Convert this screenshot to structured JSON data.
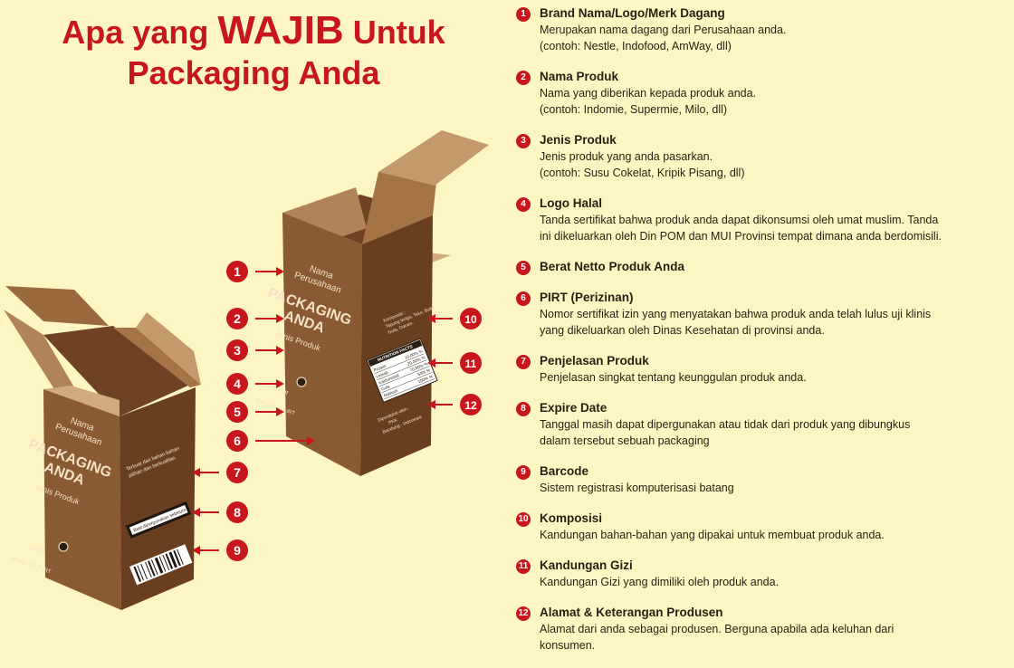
{
  "title": {
    "line1_pre": "Apa yang ",
    "line1_em": "WAJIB",
    "line1_post": " Untuk",
    "line2": "Packaging Anda"
  },
  "box_back": {
    "company_line1": "Nama",
    "company_line2": "Perusahaan",
    "brand_line1": "PACKAGING",
    "brand_line2": "ANDA",
    "product_type": "Jenis Produk",
    "side_composition": "Komposisi :\nTepung terigu, Telur, Butter,\nGula, Garam.",
    "nutrition_title": "NUTRITION FACTS",
    "nutrition_rows": [
      "Protein",
      "Lemak",
      "Karbohidrat",
      "Gula",
      "Natrium"
    ],
    "nutrition_vals": [
      "10,00% %",
      "20,00% %",
      "70,00% %",
      "50% %",
      "100% %"
    ],
    "producer_line1": "Diproduksi oleh :",
    "producer_line2": "PKK",
    "producer_line3": "Bandung - Indonesia",
    "weight": "100gr",
    "pirt": "Nomor Izin P-IRT"
  },
  "box_front": {
    "company_line1": "Nama",
    "company_line2": "Perusahaan",
    "brand_line1": "PACKAGING",
    "brand_line2": "ANDA",
    "product_type": "Jenis Produk",
    "side_text": "Terbuat dari bahan-bahan\npilihan dan berkualitas.",
    "expire_label": "Best dipergunakan sebelum :",
    "weight": "100gr",
    "pirt": "Nomor Izin P-IRT"
  },
  "markers": [
    "1",
    "2",
    "3",
    "4",
    "5",
    "6",
    "7",
    "8",
    "9",
    "10",
    "11",
    "12"
  ],
  "items": [
    {
      "num": "1",
      "title": "Brand Nama/Logo/Merk Dagang",
      "desc": "Merupakan nama dagang dari Perusahaan anda.\n(contoh: Nestle, Indofood, AmWay, dll)"
    },
    {
      "num": "2",
      "title": "Nama Produk",
      "desc": "Nama yang diberikan kepada produk anda.\n(contoh: Indomie, Supermie, Milo, dll)"
    },
    {
      "num": "3",
      "title": "Jenis Produk",
      "desc": "Jenis produk yang anda pasarkan.\n(contoh: Susu Cokelat, Kripik Pisang, dll)"
    },
    {
      "num": "4",
      "title": "Logo Halal",
      "desc": "Tanda sertifikat bahwa produk anda dapat dikonsumsi oleh umat muslim. Tanda\nini dikeluarkan oleh Din POM dan MUI Provinsi tempat dimana anda berdomisili."
    },
    {
      "num": "5",
      "title": "Berat Netto Produk Anda",
      "desc": ""
    },
    {
      "num": "6",
      "title": "PIRT (Perizinan)",
      "desc": "Nomor sertifikat izin yang menyatakan bahwa produk anda telah lulus uji klinis\nyang dikeluarkan oleh Dinas Kesehatan di provinsi anda."
    },
    {
      "num": "7",
      "title": "Penjelasan Produk",
      "desc": "Penjelasan singkat tentang keunggulan produk anda."
    },
    {
      "num": "8",
      "title": "Expire Date",
      "desc": "Tanggal masih dapat dipergunakan atau tidak dari produk yang dibungkus\ndalam tersebut sebuah packaging"
    },
    {
      "num": "9",
      "title": "Barcode",
      "desc": "Sistem registrasi komputerisasi batang"
    },
    {
      "num": "10",
      "title": "Komposisi",
      "desc": "Kandungan bahan-bahan yang dipakai untuk membuat produk anda."
    },
    {
      "num": "11",
      "title": "Kandungan Gizi",
      "desc": "Kandungan Gizi yang dimiliki oleh produk anda."
    },
    {
      "num": "12",
      "title": "Alamat & Keterangan Produsen",
      "desc": "Alamat dari anda sebagai produsen. Berguna apabila ada keluhan dari\nkonsumen."
    }
  ],
  "colors": {
    "background": "#fdf6c3",
    "accent": "#c8161d",
    "box_front": "#8a5a32",
    "box_side": "#6e4222",
    "box_inner": "#c49a6c"
  }
}
